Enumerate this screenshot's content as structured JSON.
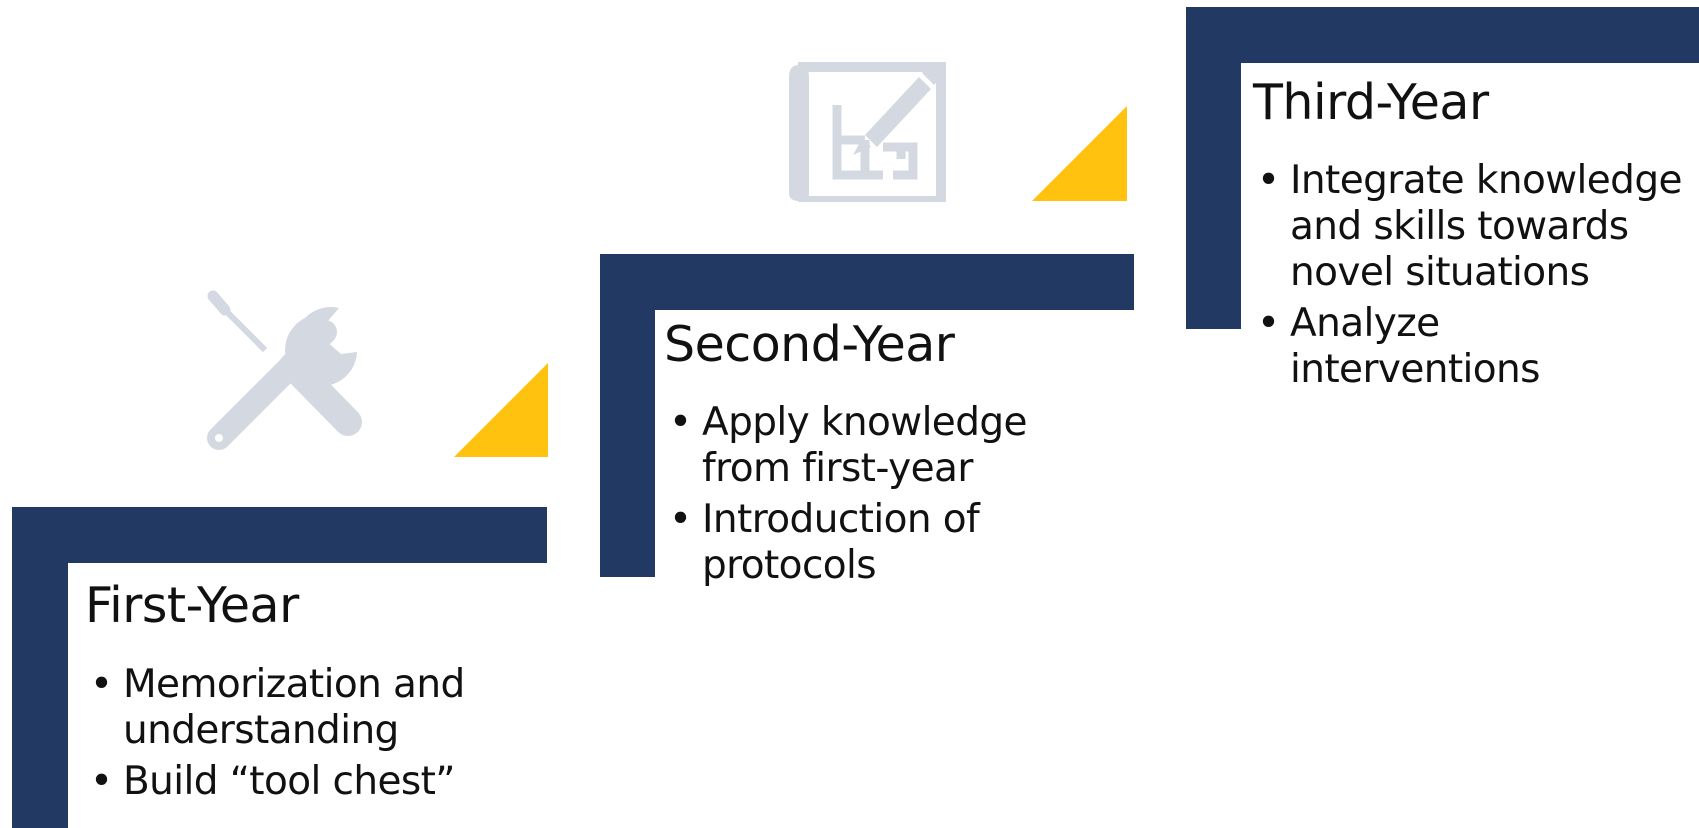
{
  "steps": [
    {
      "title": "First-Year",
      "bullets": [
        "Memorization and understanding",
        "Build “tool chest”"
      ],
      "icon": "tools-icon"
    },
    {
      "title": "Second-Year",
      "bullets": [
        "Apply knowledge from first-year",
        "Introduction of protocols"
      ],
      "icon": "blueprint-icon"
    },
    {
      "title": "Third-Year",
      "bullets": [
        "Integrate knowledge and skills towards novel situations",
        "Analyze interventions"
      ],
      "icon": null
    }
  ],
  "colors": {
    "step_bar": "#213963",
    "accent_triangle": "#FFC20E",
    "icon": "#D3D8E1",
    "text": "#111111"
  }
}
